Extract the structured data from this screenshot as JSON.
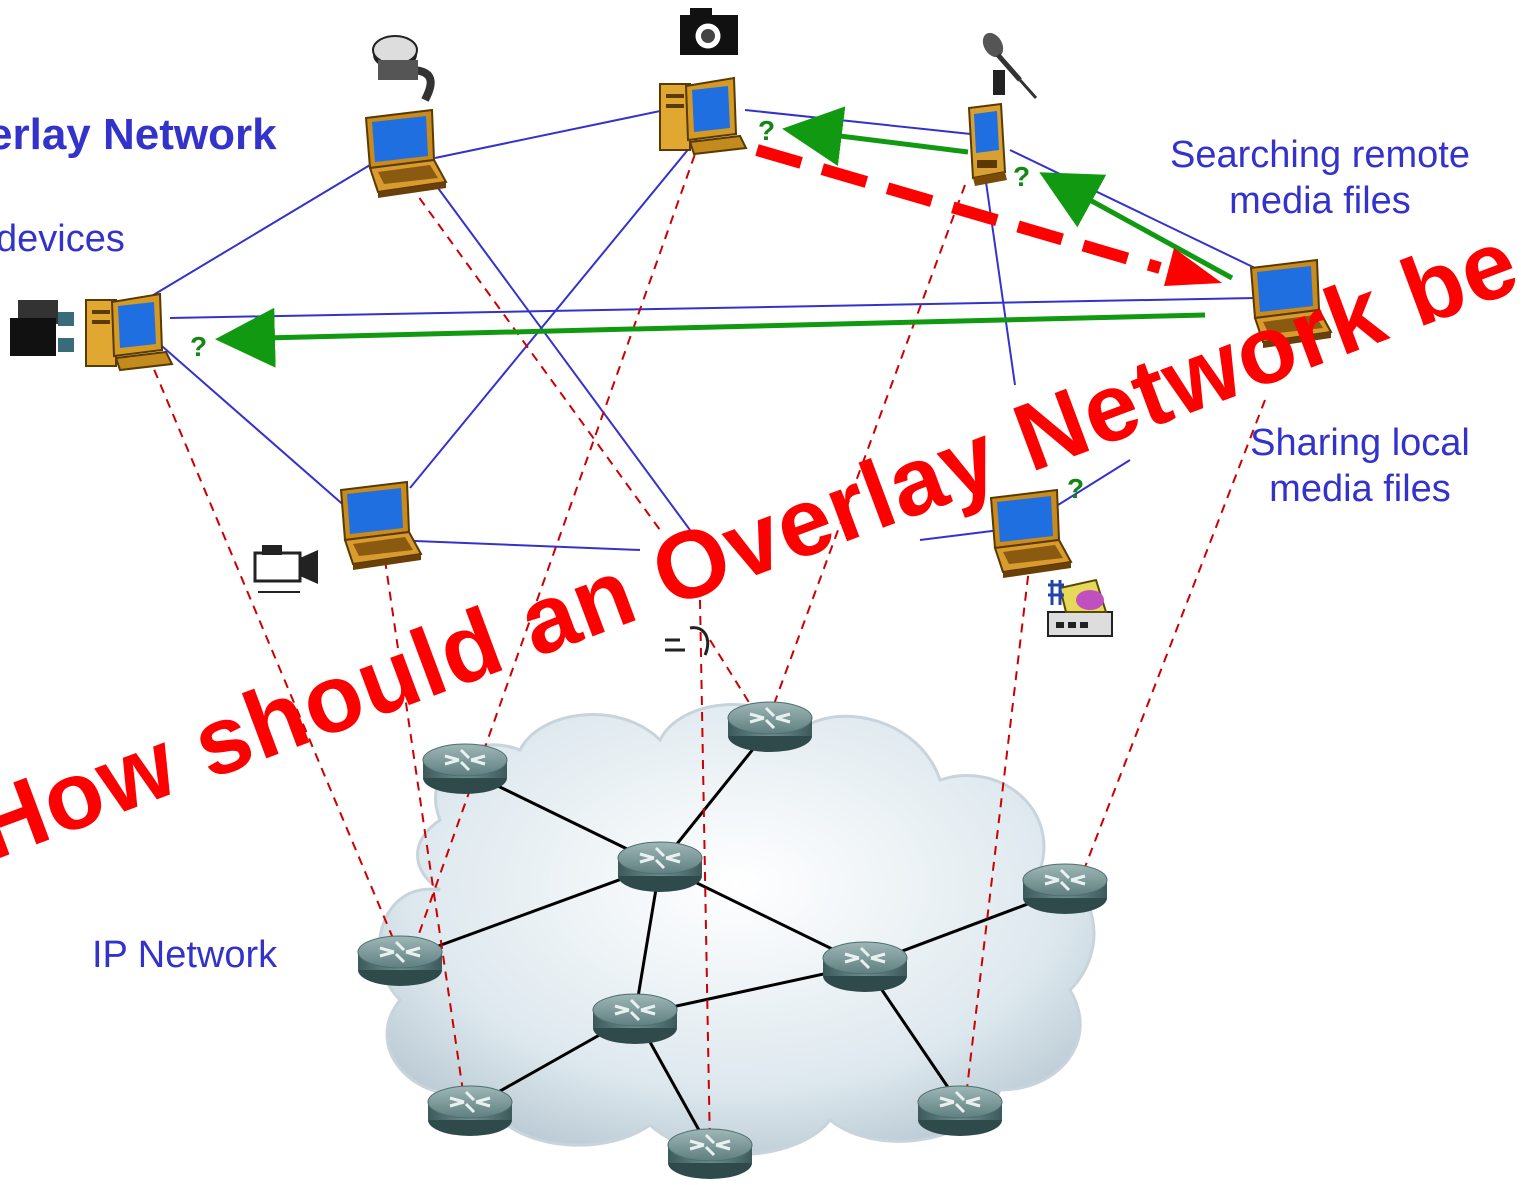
{
  "title": "erlay Network",
  "devices_label": "devices",
  "searching_label": [
    "Searching remote",
    "media files"
  ],
  "sharing_label": [
    "Sharing local",
    "media files"
  ],
  "ip_network_label": "IP Network",
  "question_mark": "?",
  "overlay_question": "How should an Overlay Network be designed?",
  "colors": {
    "label_blue": "#3333cc",
    "overlay_link": "#3333cc",
    "physical_link": "#000000",
    "mapping_link": "#cc0000",
    "query_arrow": "#119911",
    "response_arrow": "#ff0000",
    "question_text": "#ff0000",
    "cloud_fill": "#dde8ee"
  },
  "icons": [
    "desktop-computer-icon",
    "laptop-icon",
    "pda-icon",
    "router-icon",
    "film-reel-icon",
    "camera-icon",
    "microphone-icon",
    "video-camera-icon",
    "music-device-icon",
    "cloud-icon"
  ]
}
